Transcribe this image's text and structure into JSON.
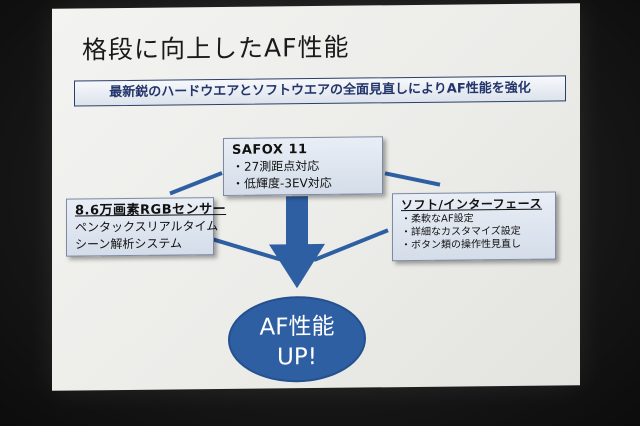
{
  "slide": {
    "title": "格段に向上したAF性能",
    "banner": "最新鋭のハードウエアとソフトウエアの全面見直しによりAF性能を強化",
    "safox": {
      "head": "SAFOX 11",
      "lines": [
        "・27測距点対応",
        "・低輝度-3EV対応"
      ]
    },
    "rgb": {
      "head": "8.6万画素RGBセンサー",
      "lines": [
        "ペンタックスリアルタイム",
        "シーン解析システム"
      ]
    },
    "soft": {
      "head": "ソフト/インターフェース",
      "lines": [
        "・柔軟なAF設定",
        "・詳細なカスタマイズ設定",
        "・ボタン類の操作性見直し"
      ]
    },
    "result": {
      "line1": "AF性能",
      "line2": "UP!"
    }
  },
  "colors": {
    "accent_blue": "#2f5fa3",
    "banner_border": "#2b3f6a",
    "banner_text": "#23356a",
    "box_fill": "#dfe6f0",
    "slide_bg": "#eeeeeb"
  }
}
